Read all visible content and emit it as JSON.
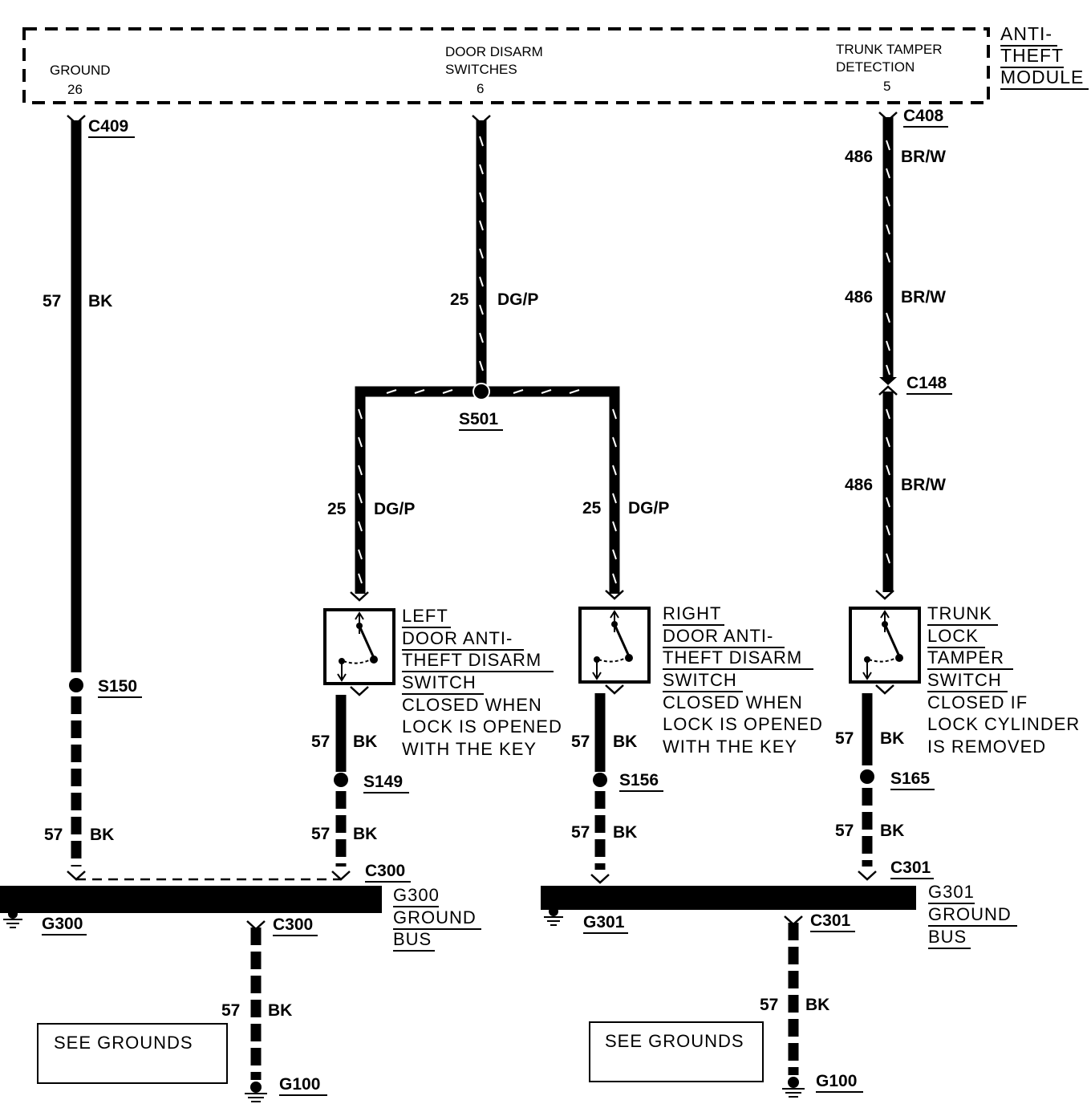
{
  "module": {
    "name_lines": [
      "ANTI-",
      "THEFT",
      "MODULE"
    ],
    "pin_ground": {
      "label": "GROUND",
      "pin": "26"
    },
    "pin_door": {
      "label_lines": [
        "DOOR DISARM",
        "SWITCHES"
      ],
      "pin": "6"
    },
    "pin_trunk": {
      "label_lines": [
        "TRUNK TAMPER",
        "DETECTION"
      ],
      "pin": "5"
    }
  },
  "connectors": {
    "c409": "C409",
    "c408": "C408",
    "c148": "C148",
    "c300_top": "C300",
    "c300_bottom": "C300",
    "c301_top": "C301",
    "c301_bottom": "C301"
  },
  "splices": {
    "s501": "S501",
    "s150": "S150",
    "s149": "S149",
    "s156": "S156",
    "s165": "S165"
  },
  "wires": {
    "ground_top": {
      "circuit": "57",
      "color": "BK"
    },
    "ground_bottom": {
      "circuit": "57",
      "color": "BK"
    },
    "door_main": {
      "circuit": "25",
      "color": "DG/P"
    },
    "door_left": {
      "circuit": "25",
      "color": "DG/P"
    },
    "door_right": {
      "circuit": "25",
      "color": "DG/P"
    },
    "trunk_1": {
      "circuit": "486",
      "color": "BR/W"
    },
    "trunk_2": {
      "circuit": "486",
      "color": "BR/W"
    },
    "trunk_3": {
      "circuit": "486",
      "color": "BR/W"
    },
    "left_sw_upper": {
      "circuit": "57",
      "color": "BK"
    },
    "left_sw_lower": {
      "circuit": "57",
      "color": "BK"
    },
    "right_sw_upper": {
      "circuit": "57",
      "color": "BK"
    },
    "right_sw_lower": {
      "circuit": "57",
      "color": "BK"
    },
    "trunk_sw_upper": {
      "circuit": "57",
      "color": "BK"
    },
    "trunk_sw_lower": {
      "circuit": "57",
      "color": "BK"
    },
    "g300_drop": {
      "circuit": "57",
      "color": "BK"
    },
    "g301_drop": {
      "circuit": "57",
      "color": "BK"
    }
  },
  "switches": {
    "left": {
      "title_lines": [
        "LEFT",
        "DOOR ANTI-",
        "THEFT DISARM",
        "SWITCH"
      ],
      "note_lines": [
        "CLOSED WHEN",
        "LOCK IS OPENED",
        "WITH THE KEY"
      ]
    },
    "right": {
      "title_lines": [
        "RIGHT",
        "DOOR ANTI-",
        "THEFT DISARM",
        "SWITCH"
      ],
      "note_lines": [
        "CLOSED WHEN",
        "LOCK IS OPENED",
        "WITH THE KEY"
      ]
    },
    "trunk": {
      "title_lines": [
        "TRUNK",
        "LOCK",
        "TAMPER",
        "SWITCH"
      ],
      "note_lines": [
        "CLOSED IF",
        "LOCK CYLINDER",
        "IS REMOVED"
      ]
    }
  },
  "buses": {
    "g300": {
      "ground_label": "G300",
      "title_lines": [
        "G300",
        "GROUND",
        "BUS"
      ]
    },
    "g301": {
      "ground_label": "G301",
      "title_lines": [
        "G301",
        "GROUND",
        "BUS"
      ]
    }
  },
  "grounds": {
    "g100_left": "G100",
    "g100_right": "G100"
  },
  "notes": {
    "see_grounds_left": "SEE GROUNDS",
    "see_grounds_right": "SEE GROUNDS"
  }
}
